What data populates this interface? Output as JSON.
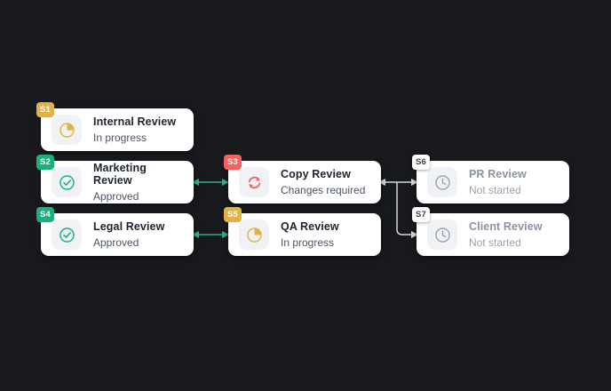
{
  "canvas": {
    "background": "#17191d"
  },
  "palette": {
    "amber": "#e3b341",
    "green": "#18b07b",
    "red": "#f4625e",
    "gray": "#8b93a3",
    "arrow_green": "#2fae8c",
    "arrow_gray": "#d4d7de",
    "card_background": "#ffffff",
    "icon_tile": "#f0f2f5"
  },
  "cards": [
    {
      "id": "s1",
      "badge": "S1",
      "badge_color": "amber",
      "title": "Internal Review",
      "status": "In progress",
      "icon": "pie-progress-icon",
      "muted": false
    },
    {
      "id": "s2",
      "badge": "S2",
      "badge_color": "green",
      "title": "Marketing Review",
      "status": "Approved",
      "icon": "check-circle-icon",
      "muted": false
    },
    {
      "id": "s3",
      "badge": "S3",
      "badge_color": "red",
      "title": "Copy Review",
      "status": "Changes required",
      "icon": "sync-refresh-icon",
      "muted": false
    },
    {
      "id": "s4",
      "badge": "S4",
      "badge_color": "green",
      "title": "Legal Review",
      "status": "Approved",
      "icon": "check-circle-icon",
      "muted": false
    },
    {
      "id": "s5",
      "badge": "S5",
      "badge_color": "amber",
      "title": "QA Review",
      "status": "In progress",
      "icon": "pie-progress-icon",
      "muted": false
    },
    {
      "id": "s6",
      "badge": "S6",
      "badge_color": "plain",
      "title": "PR Review",
      "status": "Not started",
      "icon": "clock-icon",
      "muted": true
    },
    {
      "id": "s7",
      "badge": "S7",
      "badge_color": "plain",
      "title": "Client Review",
      "status": "Not started",
      "icon": "clock-icon",
      "muted": true
    }
  ],
  "connectors": [
    {
      "id": "s2-to-s3",
      "from": "s2",
      "to": "s3",
      "color": "arrow_green",
      "style": "straight"
    },
    {
      "id": "s4-to-s5",
      "from": "s4",
      "to": "s5",
      "color": "arrow_green",
      "style": "straight"
    },
    {
      "id": "s3-to-s6",
      "from": "s3",
      "to": "s6",
      "color": "arrow_gray",
      "style": "straight"
    },
    {
      "id": "s3-to-s7",
      "from": "s3",
      "to": "s7",
      "color": "arrow_gray",
      "style": "elbow"
    }
  ]
}
